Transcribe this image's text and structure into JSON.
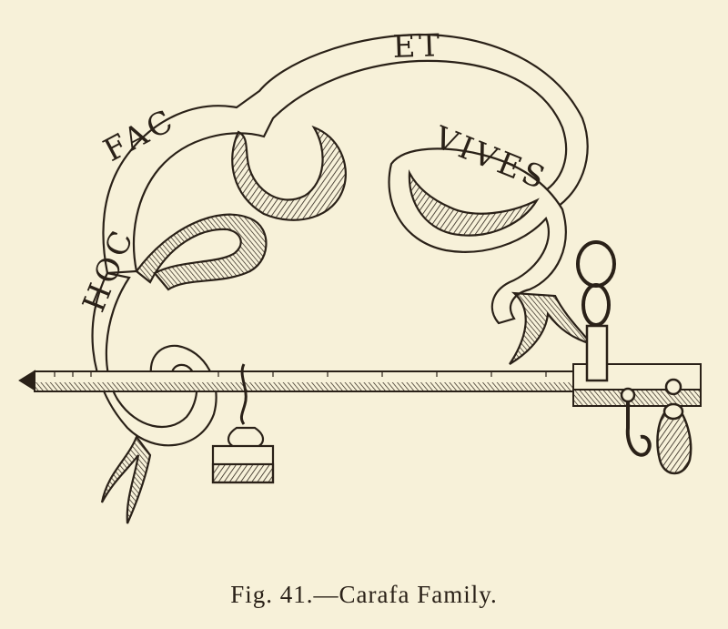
{
  "illustration": {
    "motto": {
      "hoc": "HOC",
      "fac": "FAC",
      "et": "ET",
      "vives": "VIVES"
    },
    "ink_color": "#2a2118",
    "paper_color": "#f7f1d9"
  },
  "caption": "Fig. 41.—Carafa Family."
}
